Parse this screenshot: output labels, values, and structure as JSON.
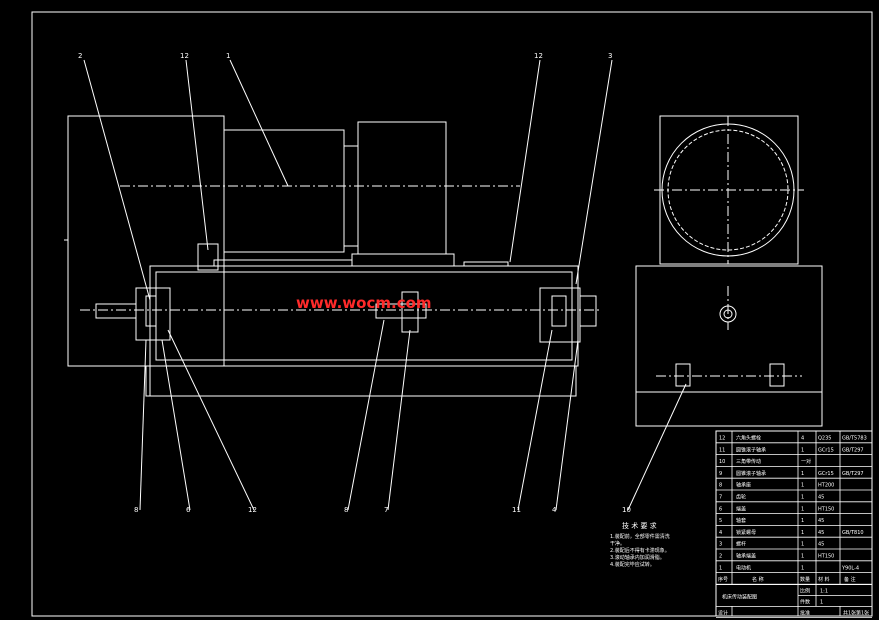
{
  "watermark": "www.wocm.com",
  "balloons": [
    "2",
    "12",
    "1",
    "12",
    "3",
    "8",
    "6",
    "12",
    "8",
    "7",
    "11",
    "4",
    "10"
  ],
  "tech_title": "技 术 要 求",
  "tech_lines": [
    "1.装配前，全部零件需清洗",
    "干净。",
    "2.装配后不得有卡滞现象。",
    "3.滚动轴承内加润滑脂。",
    "4.装配完毕应试转。"
  ],
  "bom": [
    {
      "no": "12",
      "name": "六角头螺栓",
      "qty": "4",
      "mat": "Q235",
      "std": "GB/T5783"
    },
    {
      "no": "11",
      "name": "圆锥滚子轴承",
      "qty": "1",
      "mat": "GCr15",
      "std": "GB/T297"
    },
    {
      "no": "10",
      "name": "三角带传动",
      "qty": "一对",
      "mat": "",
      "std": ""
    },
    {
      "no": "9",
      "name": "圆锥滚子轴承",
      "qty": "1",
      "mat": "GCr15",
      "std": "GB/T297"
    },
    {
      "no": "8",
      "name": "轴承座",
      "qty": "1",
      "mat": "HT200",
      "std": ""
    },
    {
      "no": "7",
      "name": "齿轮",
      "qty": "1",
      "mat": "45",
      "std": ""
    },
    {
      "no": "6",
      "name": "端盖",
      "qty": "1",
      "mat": "HT150",
      "std": ""
    },
    {
      "no": "5",
      "name": "轴套",
      "qty": "1",
      "mat": "45",
      "std": ""
    },
    {
      "no": "4",
      "name": "锁紧螺母",
      "qty": "1",
      "mat": "45",
      "std": "GB/T810"
    },
    {
      "no": "3",
      "name": "螺杆",
      "qty": "1",
      "mat": "45",
      "std": ""
    },
    {
      "no": "2",
      "name": "轴承端盖",
      "qty": "1",
      "mat": "HT150",
      "std": ""
    },
    {
      "no": "1",
      "name": "电动机",
      "qty": "1",
      "mat": "",
      "std": "Y90L-4"
    }
  ],
  "bom_header": {
    "no": "序号",
    "name": "名 称",
    "qty": "数量",
    "mat": "材 料",
    "std": "备 注"
  },
  "title_block": {
    "title": "机床传动装配图",
    "scale_label": "比例",
    "scale": "1:1",
    "qty_label": "件数",
    "qty": "1",
    "design": "设计",
    "check": "审核",
    "audit": "批准",
    "sheet": "共1张",
    "sheet_no": "第1张"
  }
}
